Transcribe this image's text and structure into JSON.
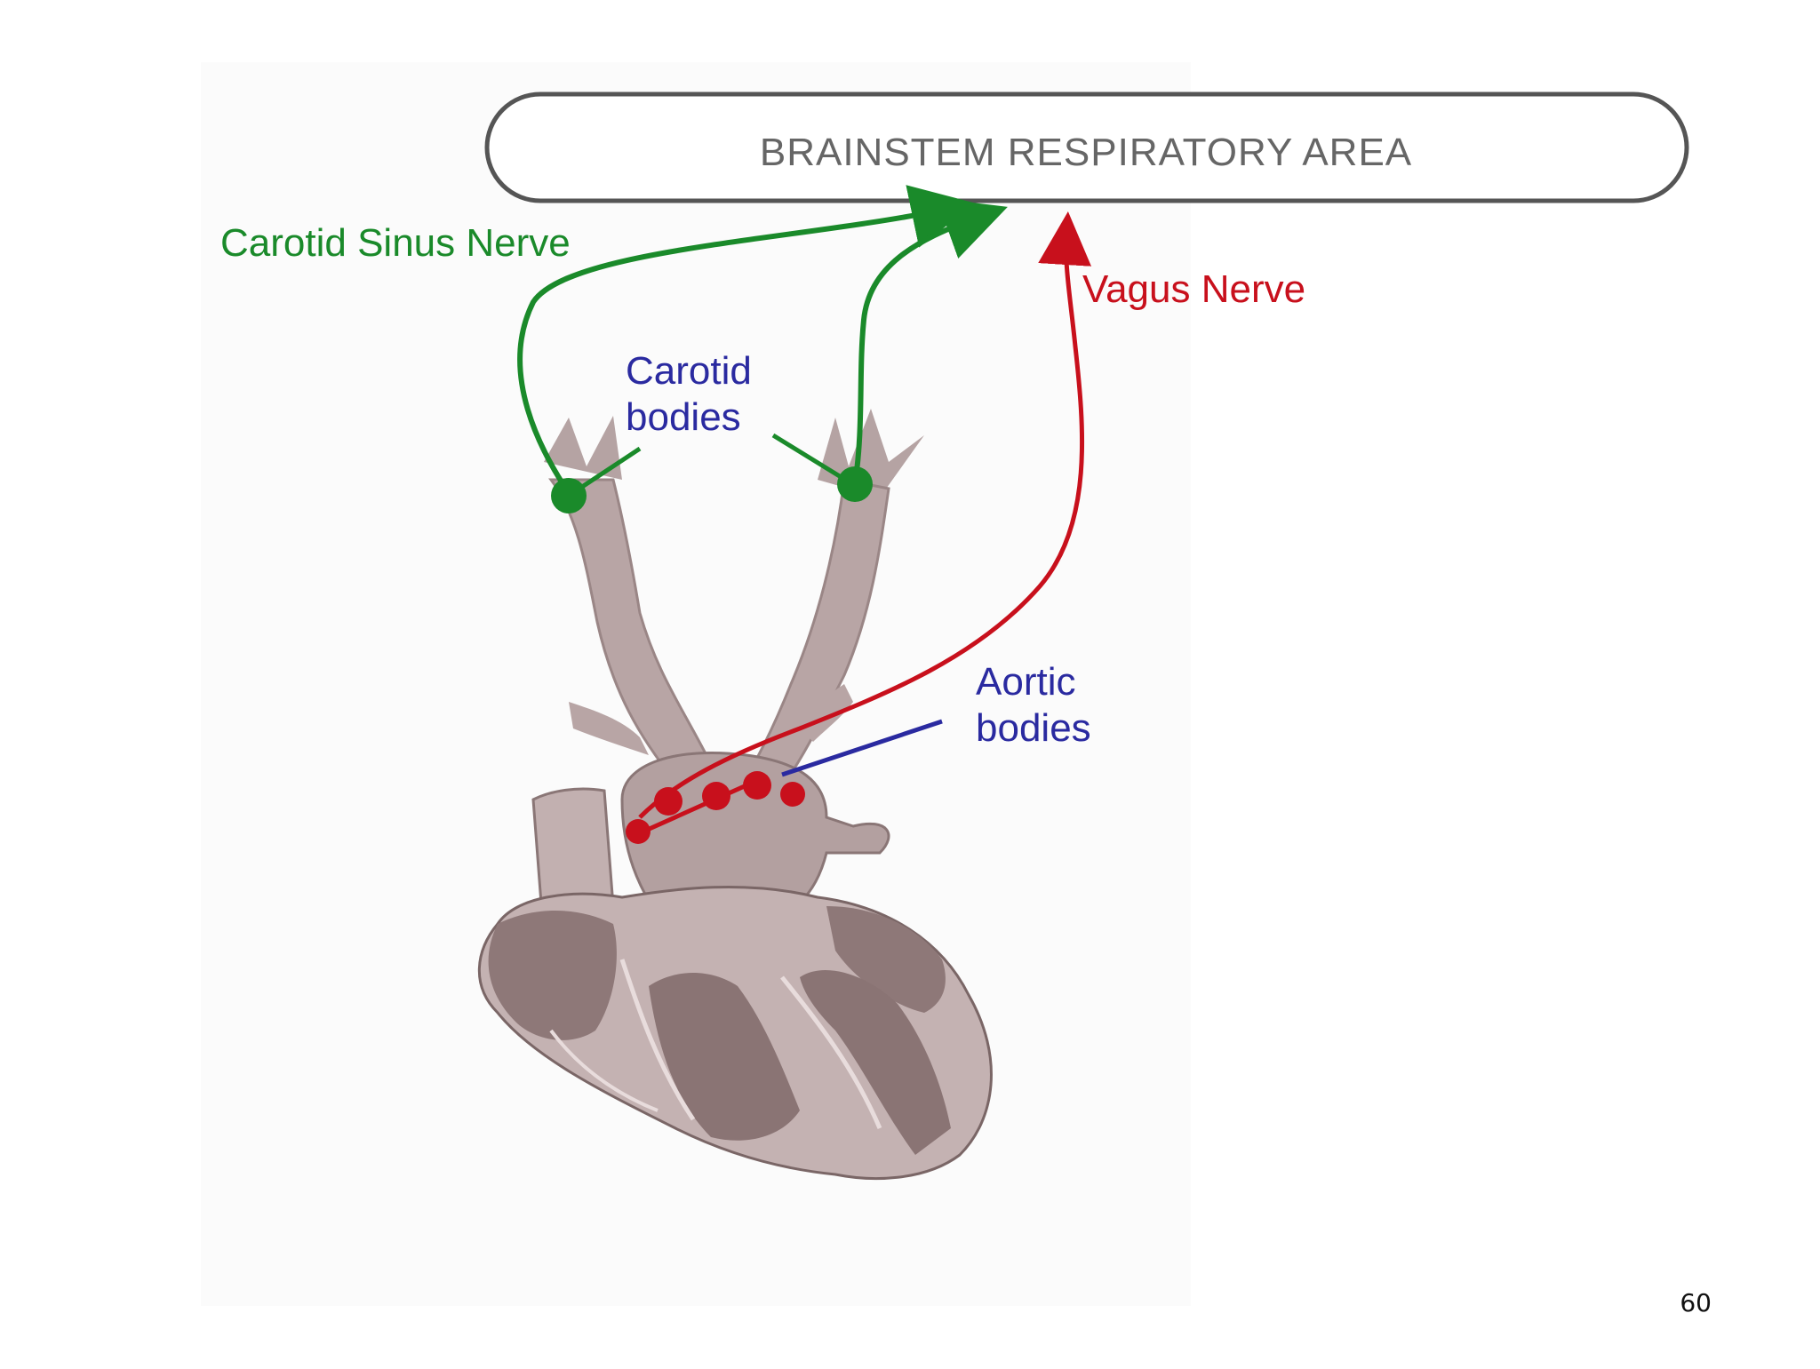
{
  "diagram": {
    "brainstem_label": "BRAINSTEM RESPIRATORY AREA",
    "carotid_sinus_nerve_label": "Carotid Sinus Nerve",
    "vagus_nerve_label": "Vagus Nerve",
    "carotid_bodies_label_line1": "Carotid",
    "carotid_bodies_label_line2": "bodies",
    "aortic_bodies_label_line1": "Aortic",
    "aortic_bodies_label_line2": "bodies"
  },
  "colors": {
    "carotid_nerve": "#1a8a2a",
    "vagus_nerve": "#c8101c",
    "body_label": "#2a2aa0",
    "box_stroke": "#555555",
    "box_text": "#666666",
    "anatomy_fill": "#b8a5a5",
    "anatomy_dark": "#8a7676"
  },
  "page_number": "60"
}
